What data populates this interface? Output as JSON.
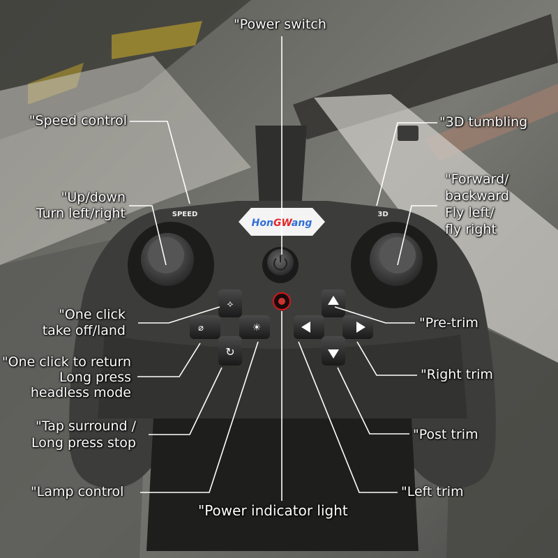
{
  "controller": {
    "brand_logo": "HonGWang",
    "speed_marking": "SPEED",
    "threed_marking": "3D"
  },
  "annotations": {
    "power_switch": "\"Power switch",
    "speed_control": "\"Speed control",
    "up_down_1": "\"Up/down",
    "up_down_2": "Turn left/right",
    "takeoff_1": "\"One click",
    "takeoff_2": "take off/land",
    "return_1": "\"One click to return",
    "return_2": "Long press",
    "return_3": "headless mode",
    "surround_1": "\"Tap surround /",
    "surround_2": "Long press stop",
    "lamp_control": "\"Lamp control",
    "power_indicator": "\"Power indicator light",
    "tumbling": "\"3D tumbling",
    "forward_1": "\"Forward/",
    "forward_2": "backward",
    "forward_3": "Fly left/",
    "forward_4": "fly right",
    "pre_trim": "\"Pre-trim",
    "right_trim": "\"Right trim",
    "post_trim": "\"Post trim",
    "left_trim": "\"Left trim"
  },
  "colors": {
    "body": "#3c3d3b",
    "logo_blue": "#2f6fd6",
    "logo_red": "#e0262a",
    "led_red": "#d8141a",
    "leader_line": "#ffffff"
  }
}
